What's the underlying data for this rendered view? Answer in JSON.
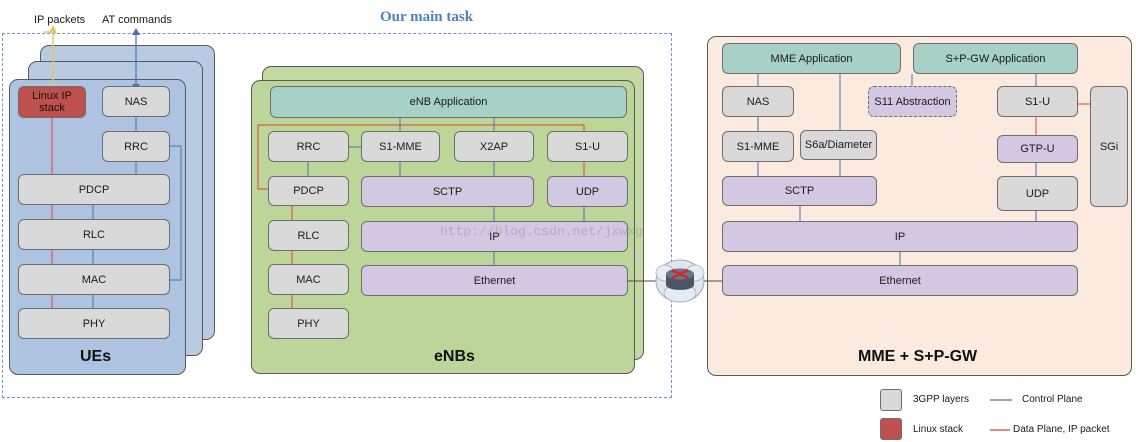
{
  "task_title": "Our main task",
  "top_labels": {
    "ip_packets": "IP packets",
    "at_commands": "AT commands"
  },
  "ue": {
    "title": "UEs",
    "linux_stack": "Linux IP stack",
    "nas": "NAS",
    "rrc": "RRC",
    "pdcp": "PDCP",
    "rlc": "RLC",
    "mac": "MAC",
    "phy": "PHY"
  },
  "enb": {
    "title": "eNBs",
    "app": "eNB Application",
    "rrc": "RRC",
    "s1mme": "S1-MME",
    "x2ap": "X2AP",
    "s1u": "S1-U",
    "pdcp": "PDCP",
    "sctp": "SCTP",
    "udp": "UDP",
    "rlc": "RLC",
    "ip": "IP",
    "mac": "MAC",
    "ethernet": "Ethernet",
    "phy": "PHY"
  },
  "mme": {
    "title": "MME + S+P-GW",
    "mme_app": "MME Application",
    "spgw_app": "S+P-GW Application",
    "nas": "NAS",
    "s11": "S11 Abstraction",
    "s1u": "S1-U",
    "sgi": "SGi",
    "s1mme": "S1-MME",
    "s6a": "S6a/Diameter",
    "gtpu": "GTP-U",
    "sctp": "SCTP",
    "udp": "UDP",
    "ip": "IP",
    "ethernet": "Ethernet"
  },
  "watermark": "http://blog.csdn.net/jxwxg",
  "legend": {
    "gpp_layers": "3GPP layers",
    "linux_stack": "Linux stack",
    "control_plane": "Control Plane",
    "data_plane": "Data Plane, IP packet"
  },
  "colors": {
    "control_plane": "#4f6fa8",
    "data_plane": "#e0413a",
    "linux_stack": "#c0504d",
    "gpp_layers": "#d9d9d9",
    "ue_panel": "#adc3e0",
    "enb_panel": "#bcd69a",
    "mme_panel": "#fbeadd"
  }
}
